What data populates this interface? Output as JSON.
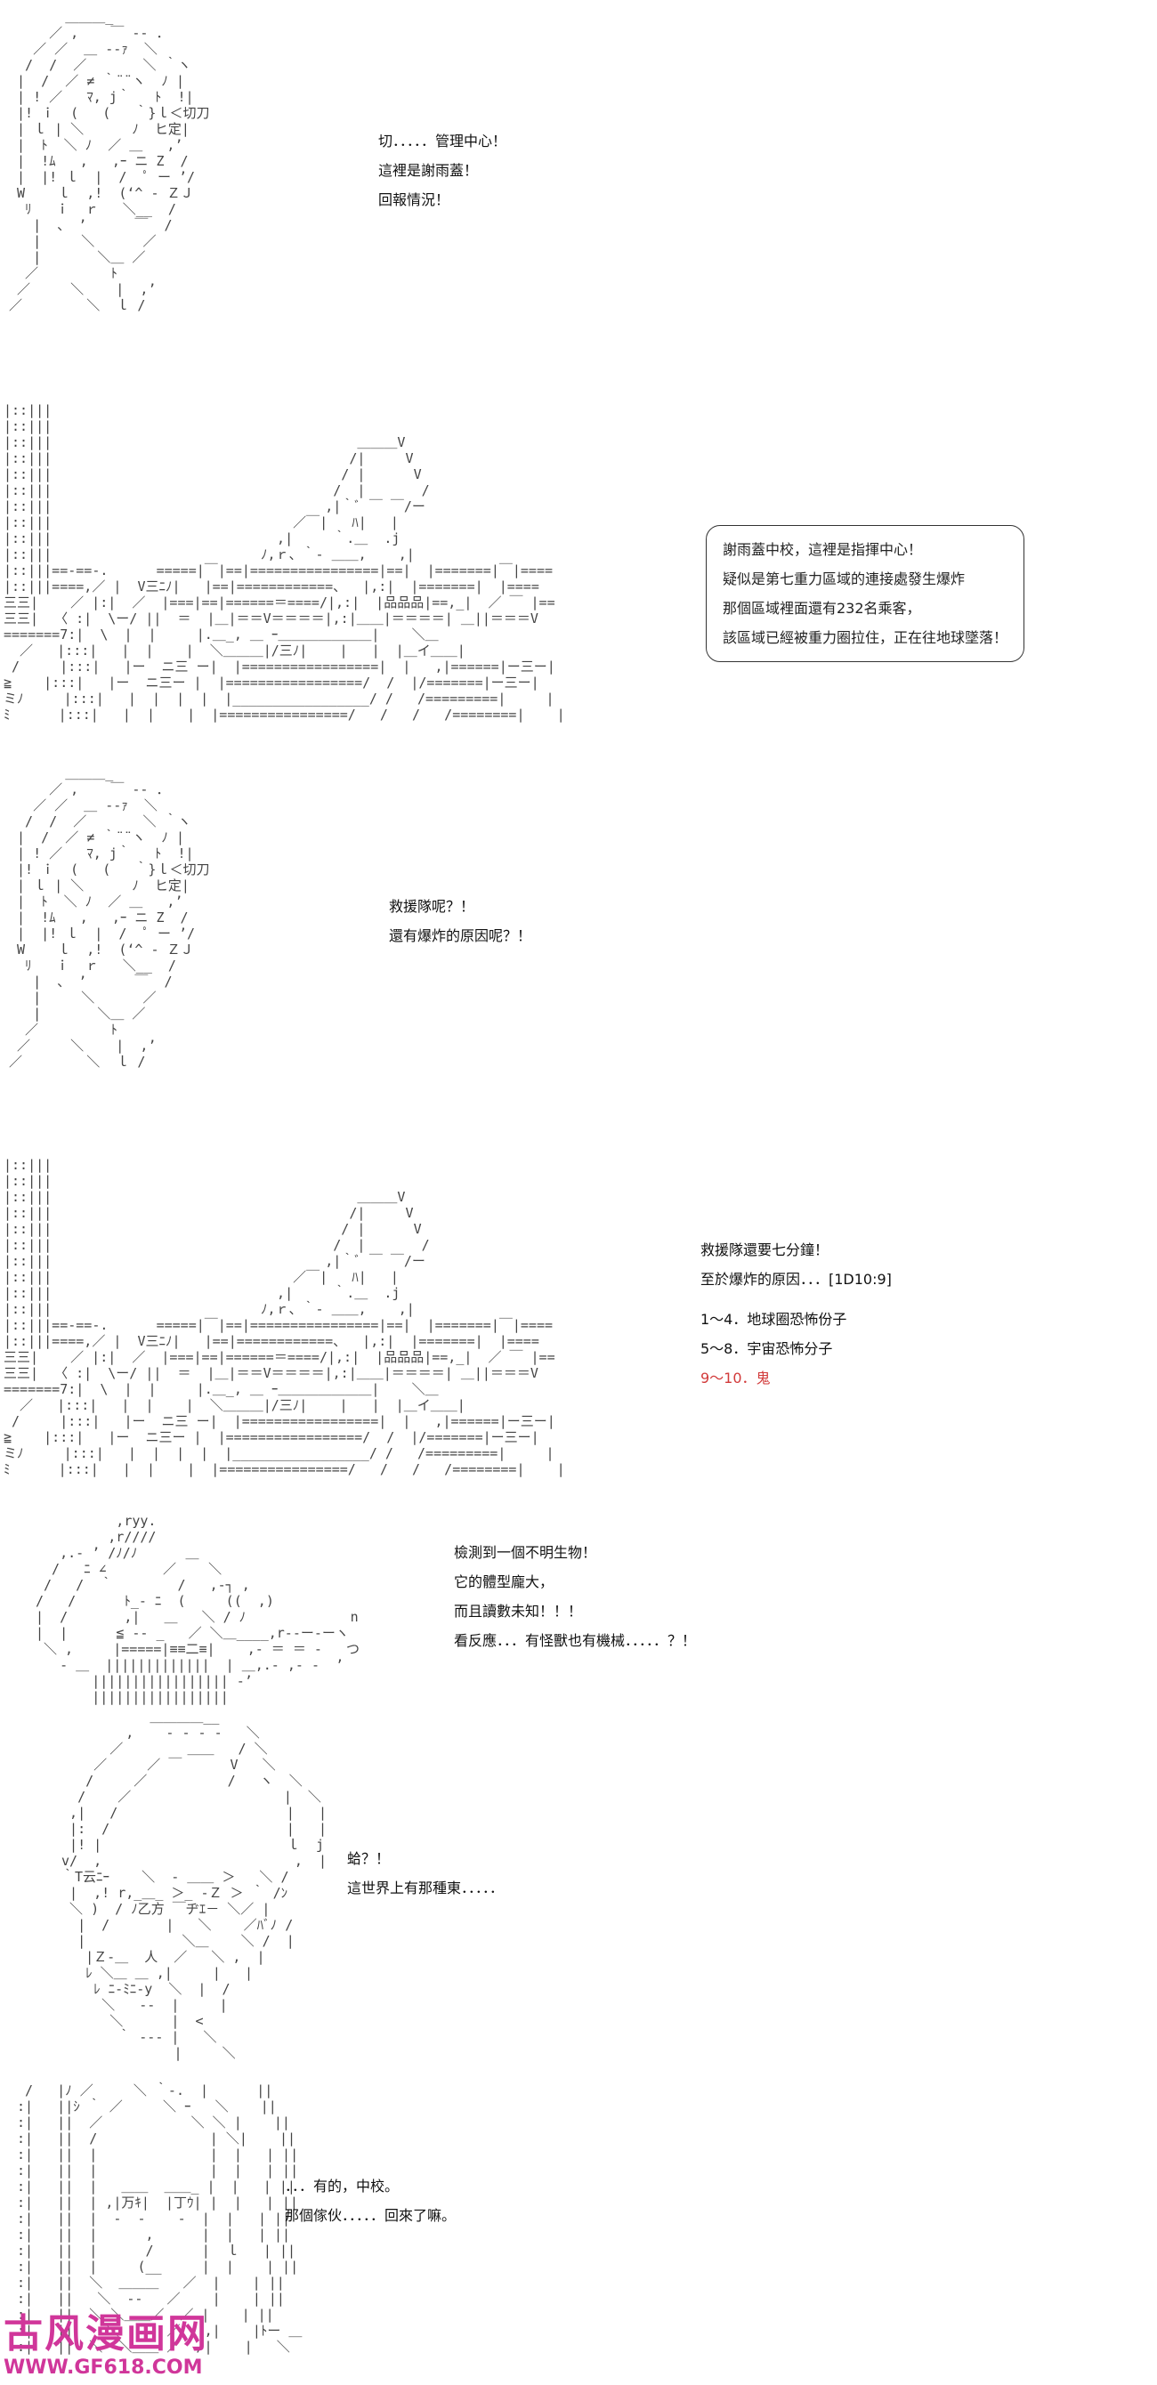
{
  "panels": [
    {
      "lines": [
        "切．．．．．管理中心！",
        "這裡是謝雨蓋！",
        "回報情況！"
      ]
    },
    {
      "lines": [
        "謝雨蓋中校，這裡是指揮中心！",
        "疑似是第七重力區域的連接處發生爆炸",
        "那個區域裡面還有232名乘客，",
        "該區域已經被重力圈拉住，正在往地球墜落！"
      ]
    },
    {
      "lines": [
        "救援隊呢？！",
        "還有爆炸的原因呢？！"
      ]
    },
    {
      "lines": [
        "救援隊還要七分鐘！",
        "至於爆炸的原因．．．[1D10:9]",
        "1～4．地球圈恐怖份子",
        "5～8．宇宙恐怖分子",
        "9～10．鬼"
      ]
    },
    {
      "lines": [
        "檢測到一個不明生物！",
        "它的體型龐大，",
        "而且讀數未知！！！",
        "看反應．．．有怪獸也有機械．．．．．？！"
      ]
    },
    {
      "lines": [
        "蛤？！",
        "這世界上有那種東．．．．．"
      ]
    },
    {
      "lines": [
        "．．．有的，中校。",
        "那個傢伙．．．．．回來了嘛。"
      ]
    }
  ],
  "watermark": {
    "name": "古风漫画网",
    "url": "WWW.GF618.COM",
    "color": "#d0369a"
  },
  "accent_red": "#d23a3a"
}
